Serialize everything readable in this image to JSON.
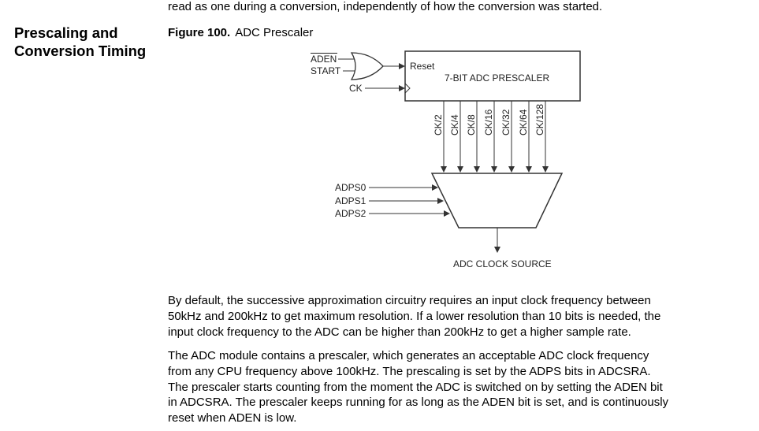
{
  "top_line": "read as one during a conversion, independently of how the conversion was started.",
  "section_heading": [
    "Prescaling and",
    "Conversion Timing"
  ],
  "figure": {
    "number": "Figure 100.",
    "title": "ADC Prescaler",
    "inputs": {
      "aden": "ADEN",
      "start": "START",
      "ck": "CK"
    },
    "prescaler": {
      "reset_label": "Reset",
      "name": "7-BIT ADC PRESCALER"
    },
    "outputs": [
      "CK/2",
      "CK/4",
      "CK/8",
      "CK/16",
      "CK/32",
      "CK/64",
      "CK/128"
    ],
    "select_inputs": [
      "ADPS0",
      "ADPS1",
      "ADPS2"
    ],
    "mux_output": "ADC CLOCK SOURCE"
  },
  "paragraphs": [
    [
      "By default, the successive approximation circuitry requires an input clock frequency between",
      "50kHz and 200kHz to get maximum resolution. If a lower resolution than 10 bits is needed, the",
      "input clock frequency to the ADC can be higher than 200kHz to get a higher sample rate."
    ],
    [
      "The ADC module contains a prescaler, which generates an acceptable ADC clock frequency",
      "from any CPU frequency above 100kHz. The prescaling is set by the ADPS bits in ADCSRA.",
      "The prescaler starts counting from the moment the ADC is switched on by setting the ADEN bit",
      "in ADCSRA. The prescaler keeps running for as long as the ADEN bit is set, and is continuously",
      "reset when ADEN is low."
    ]
  ]
}
